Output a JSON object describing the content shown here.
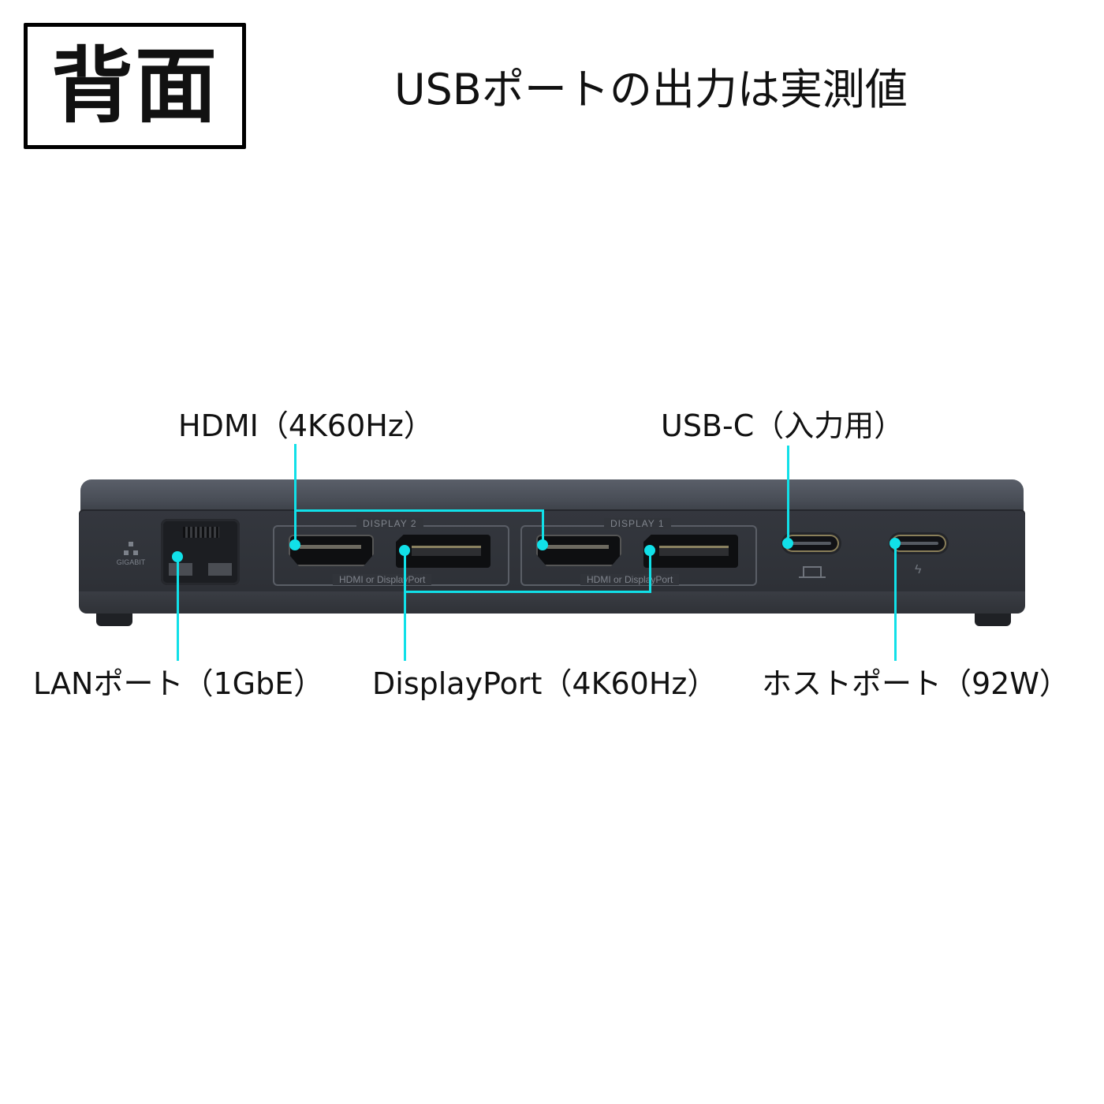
{
  "title_badge": "背面",
  "headline": "USBポートの出力は実測値",
  "device": {
    "lan_icon_label": "GIGABIT",
    "display_groups": [
      {
        "title": "DISPLAY 2",
        "subtitle": "HDMI or DisplayPort"
      },
      {
        "title": "DISPLAY 1",
        "subtitle": "HDMI or DisplayPort"
      }
    ],
    "icons": [
      "ethernet-icon",
      "laptop-icon",
      "lightning-bolt-icon"
    ],
    "bolt_glyph": "ϟ"
  },
  "callouts": {
    "hdmi": "HDMI（4K60Hz）",
    "usbc_input": "USB-C（入力用）",
    "lan": "LANポート（1GbE）",
    "displayport": "DisplayPort（4K60Hz）",
    "host_port": "ホストポート（92W）"
  },
  "colors": {
    "leader": "#11e0e8",
    "device_body": "#31343a",
    "device_top": "#4e535c",
    "text": "#111111"
  }
}
